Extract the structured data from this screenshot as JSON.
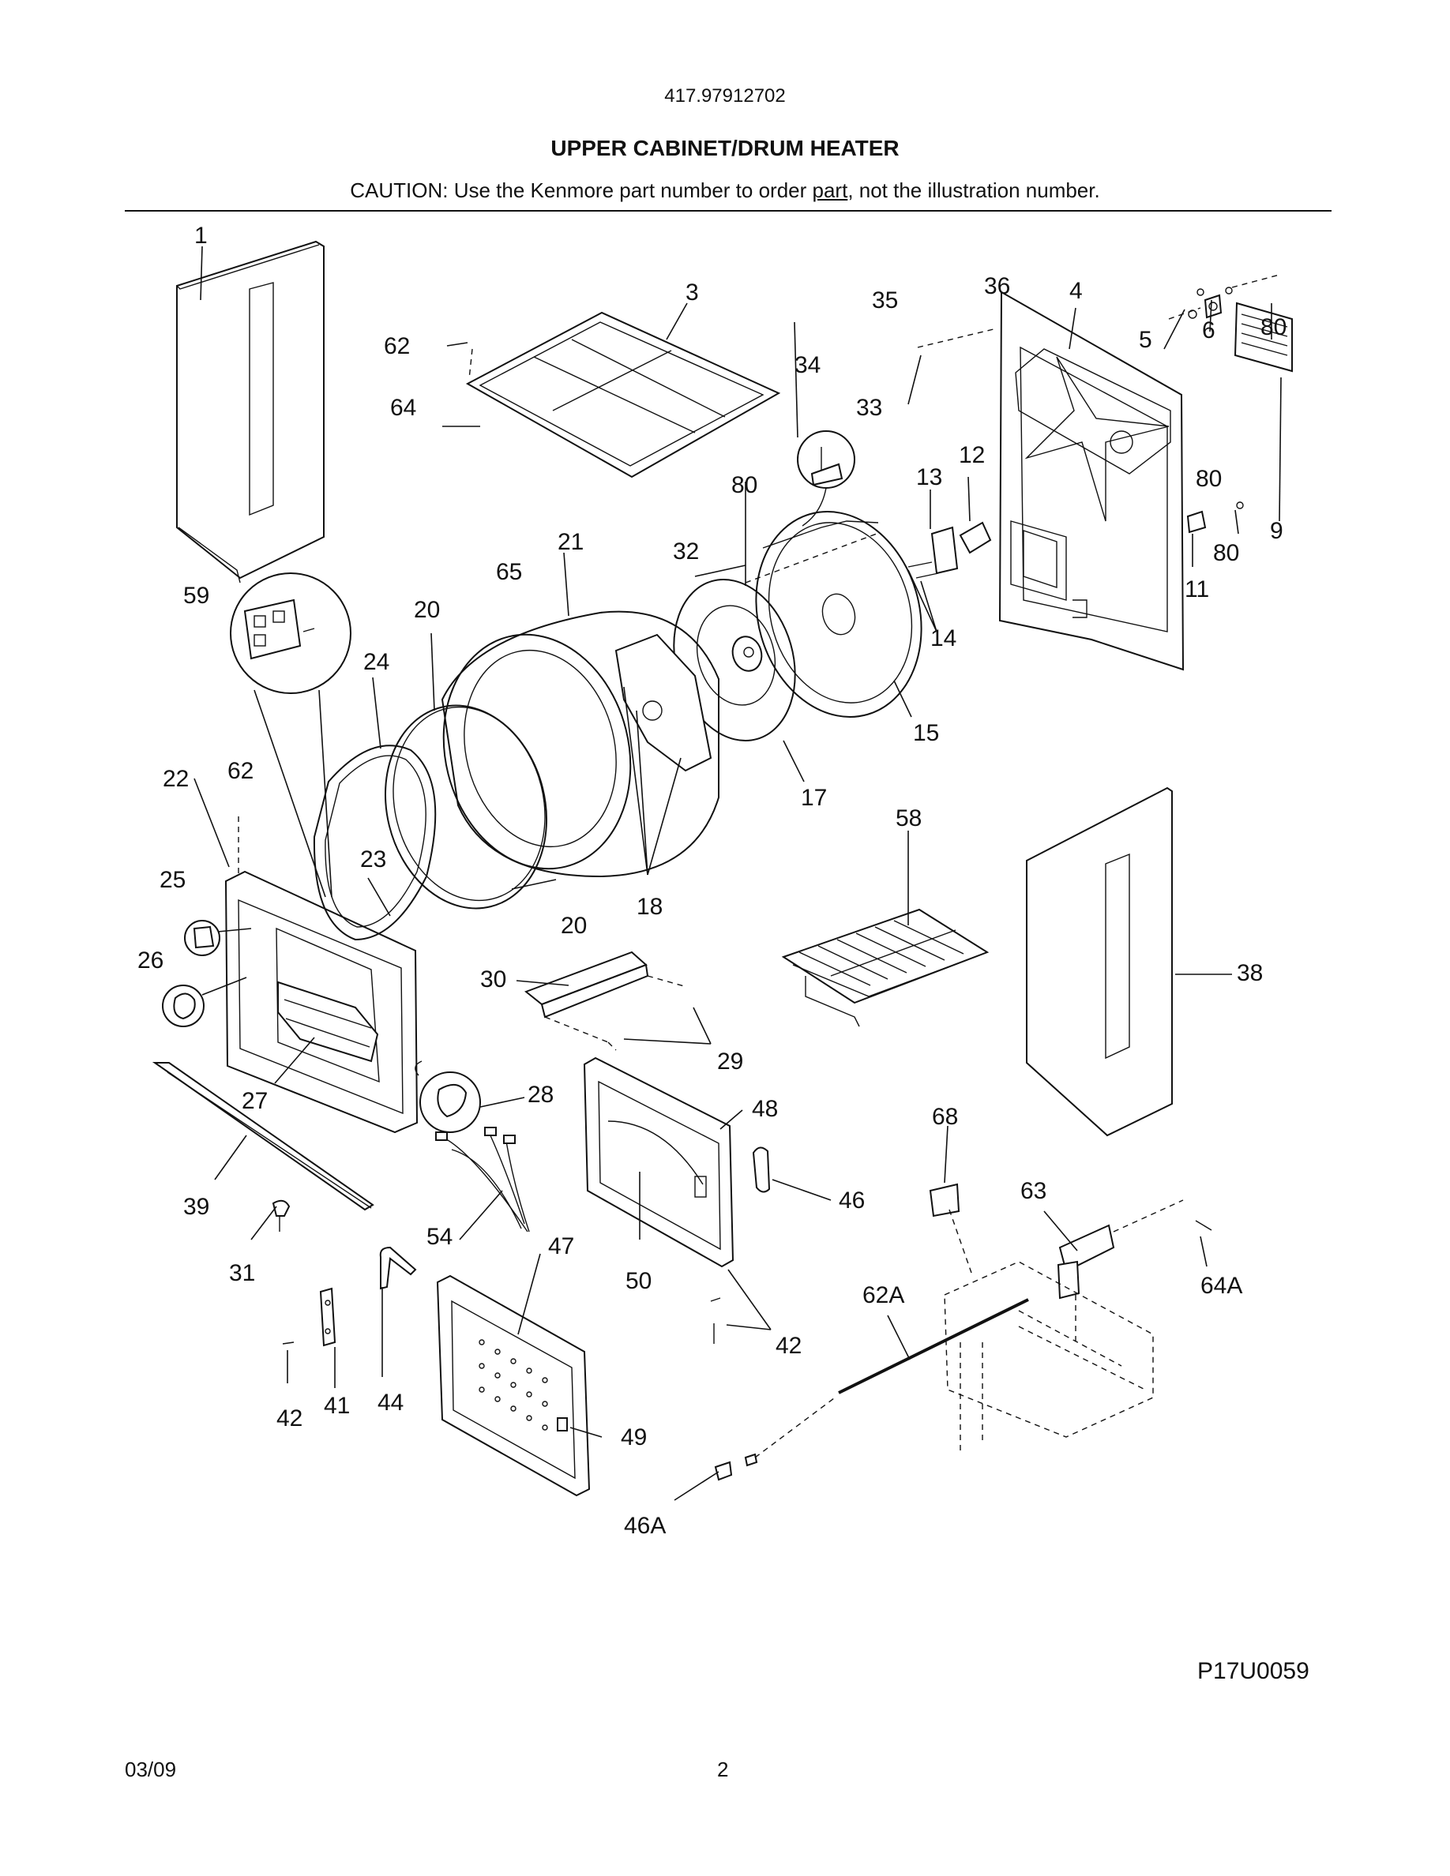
{
  "header": {
    "model_number": "417.97912702",
    "title": "UPPER CABINET/DRUM HEATER",
    "caution_prefix": "CAUTION: Use the Kenmore part number to order ",
    "caution_link": "part",
    "caution_suffix": ", not the illustration number."
  },
  "callouts": {
    "c1": "1",
    "c3": "3",
    "c4": "4",
    "c5": "5",
    "c6": "6",
    "c9": "9",
    "c11": "11",
    "c12": "12",
    "c13": "13",
    "c14": "14",
    "c15": "15",
    "c17": "17",
    "c18": "18",
    "c20a": "20",
    "c20b": "20",
    "c21": "21",
    "c22": "22",
    "c23": "23",
    "c24": "24",
    "c25": "25",
    "c26": "26",
    "c27": "27",
    "c28": "28",
    "c29": "29",
    "c30": "30",
    "c31": "31",
    "c32": "32",
    "c33": "33",
    "c34": "34",
    "c35": "35",
    "c36": "36",
    "c38": "38",
    "c39": "39",
    "c41": "41",
    "c42a": "42",
    "c42b": "42",
    "c44": "44",
    "c46": "46",
    "c46A": "46A",
    "c47": "47",
    "c48": "48",
    "c49": "49",
    "c50": "50",
    "c54": "54",
    "c58": "58",
    "c59": "59",
    "c62a": "62",
    "c62b": "62",
    "c62A": "62A",
    "c63": "63",
    "c64": "64",
    "c64A": "64A",
    "c65": "65",
    "c68": "68",
    "c80a": "80",
    "c80b": "80",
    "c80c": "80",
    "c80d": "80"
  },
  "footer": {
    "drawing_code": "P17U0059",
    "date": "03/09",
    "page_number": "2"
  }
}
